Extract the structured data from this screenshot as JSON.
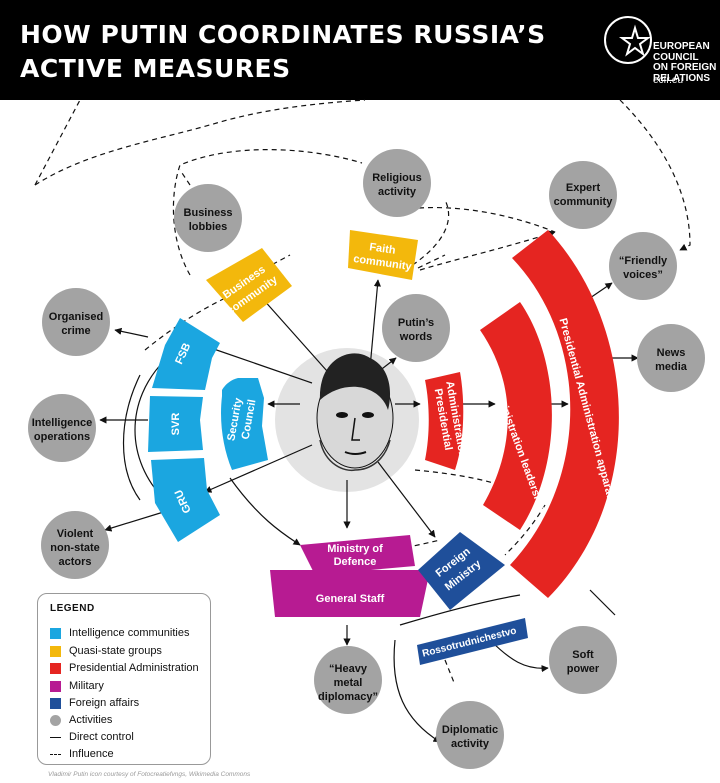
{
  "title": {
    "line1": "HOW PUTIN COORDINATES RUSSIA’S",
    "line2": "ACTIVE MEASURES"
  },
  "logo": {
    "lines": [
      "EUROPEAN",
      "COUNCIL",
      "ON FOREIGN",
      "RELATIONS"
    ],
    "url": "ecfr.eu",
    "icon": "star-in-circle-icon"
  },
  "colors": {
    "intelligence": "#1ba6e0",
    "quasi_state": "#f3b80c",
    "presidential": "#e52521",
    "military": "#b71b92",
    "foreign": "#1f4f9a",
    "activity": "#a3a3a3"
  },
  "diagram": {
    "center": "Portrait of Vladimir Putin",
    "intelligence": {
      "fsb": "FSB",
      "svr": "SVR",
      "gru": "GRU",
      "security_council": [
        "Security",
        "Council"
      ]
    },
    "quasi_state": {
      "business": [
        "Business",
        "community"
      ],
      "faith": [
        "Faith",
        "community"
      ]
    },
    "presidential": {
      "administration": [
        "Presidential",
        "Administration"
      ],
      "leadership": "Presidential Administration leadership",
      "apparatus": "Presidential Administration apparatus"
    },
    "military": {
      "ministry_of_defence": [
        "Ministry of",
        "Defence"
      ],
      "general_staff": "General Staff"
    },
    "foreign": {
      "foreign_ministry": [
        "Foreign",
        "Ministry"
      ],
      "rossotrudnichestvo": "Rossotrudnichestvo"
    },
    "activities": {
      "business_lobbies": [
        "Business",
        "lobbies"
      ],
      "religious_activity": [
        "Religious",
        "activity"
      ],
      "expert_community": [
        "Expert",
        "community"
      ],
      "friendly_voices": [
        "“Friendly",
        "voices”"
      ],
      "news_media": [
        "News",
        "media"
      ],
      "putins_words": [
        "Putin’s",
        "words"
      ],
      "organised_crime": [
        "Organised",
        "crime"
      ],
      "intelligence_operations": [
        "Intelligence",
        "operations"
      ],
      "violent_actors": [
        "Violent",
        "non-state",
        "actors"
      ],
      "heavy_metal": [
        "“Heavy",
        "metal",
        "diplomacy”"
      ],
      "soft_power": [
        "Soft",
        "power"
      ],
      "diplomatic_activity": [
        "Diplomatic",
        "activity"
      ]
    }
  },
  "legend": {
    "title": "LEGEND",
    "items": [
      {
        "label": "Intelligence communities",
        "kind": "swatch",
        "color": "#1ba6e0"
      },
      {
        "label": "Quasi-state groups",
        "kind": "swatch",
        "color": "#f3b80c"
      },
      {
        "label": "Presidential Administration",
        "kind": "swatch",
        "color": "#e52521"
      },
      {
        "label": "Military",
        "kind": "swatch",
        "color": "#b71b92"
      },
      {
        "label": "Foreign affairs",
        "kind": "swatch",
        "color": "#1f4f9a"
      },
      {
        "label": "Activities",
        "kind": "circle",
        "color": "#a3a3a3"
      },
      {
        "label": "Direct control",
        "kind": "line"
      },
      {
        "label": "Influence",
        "kind": "dash"
      }
    ]
  },
  "credit": "Vladimir Putin icon courtesy of Fotocreatiefvngs, Wikimedia Commons"
}
